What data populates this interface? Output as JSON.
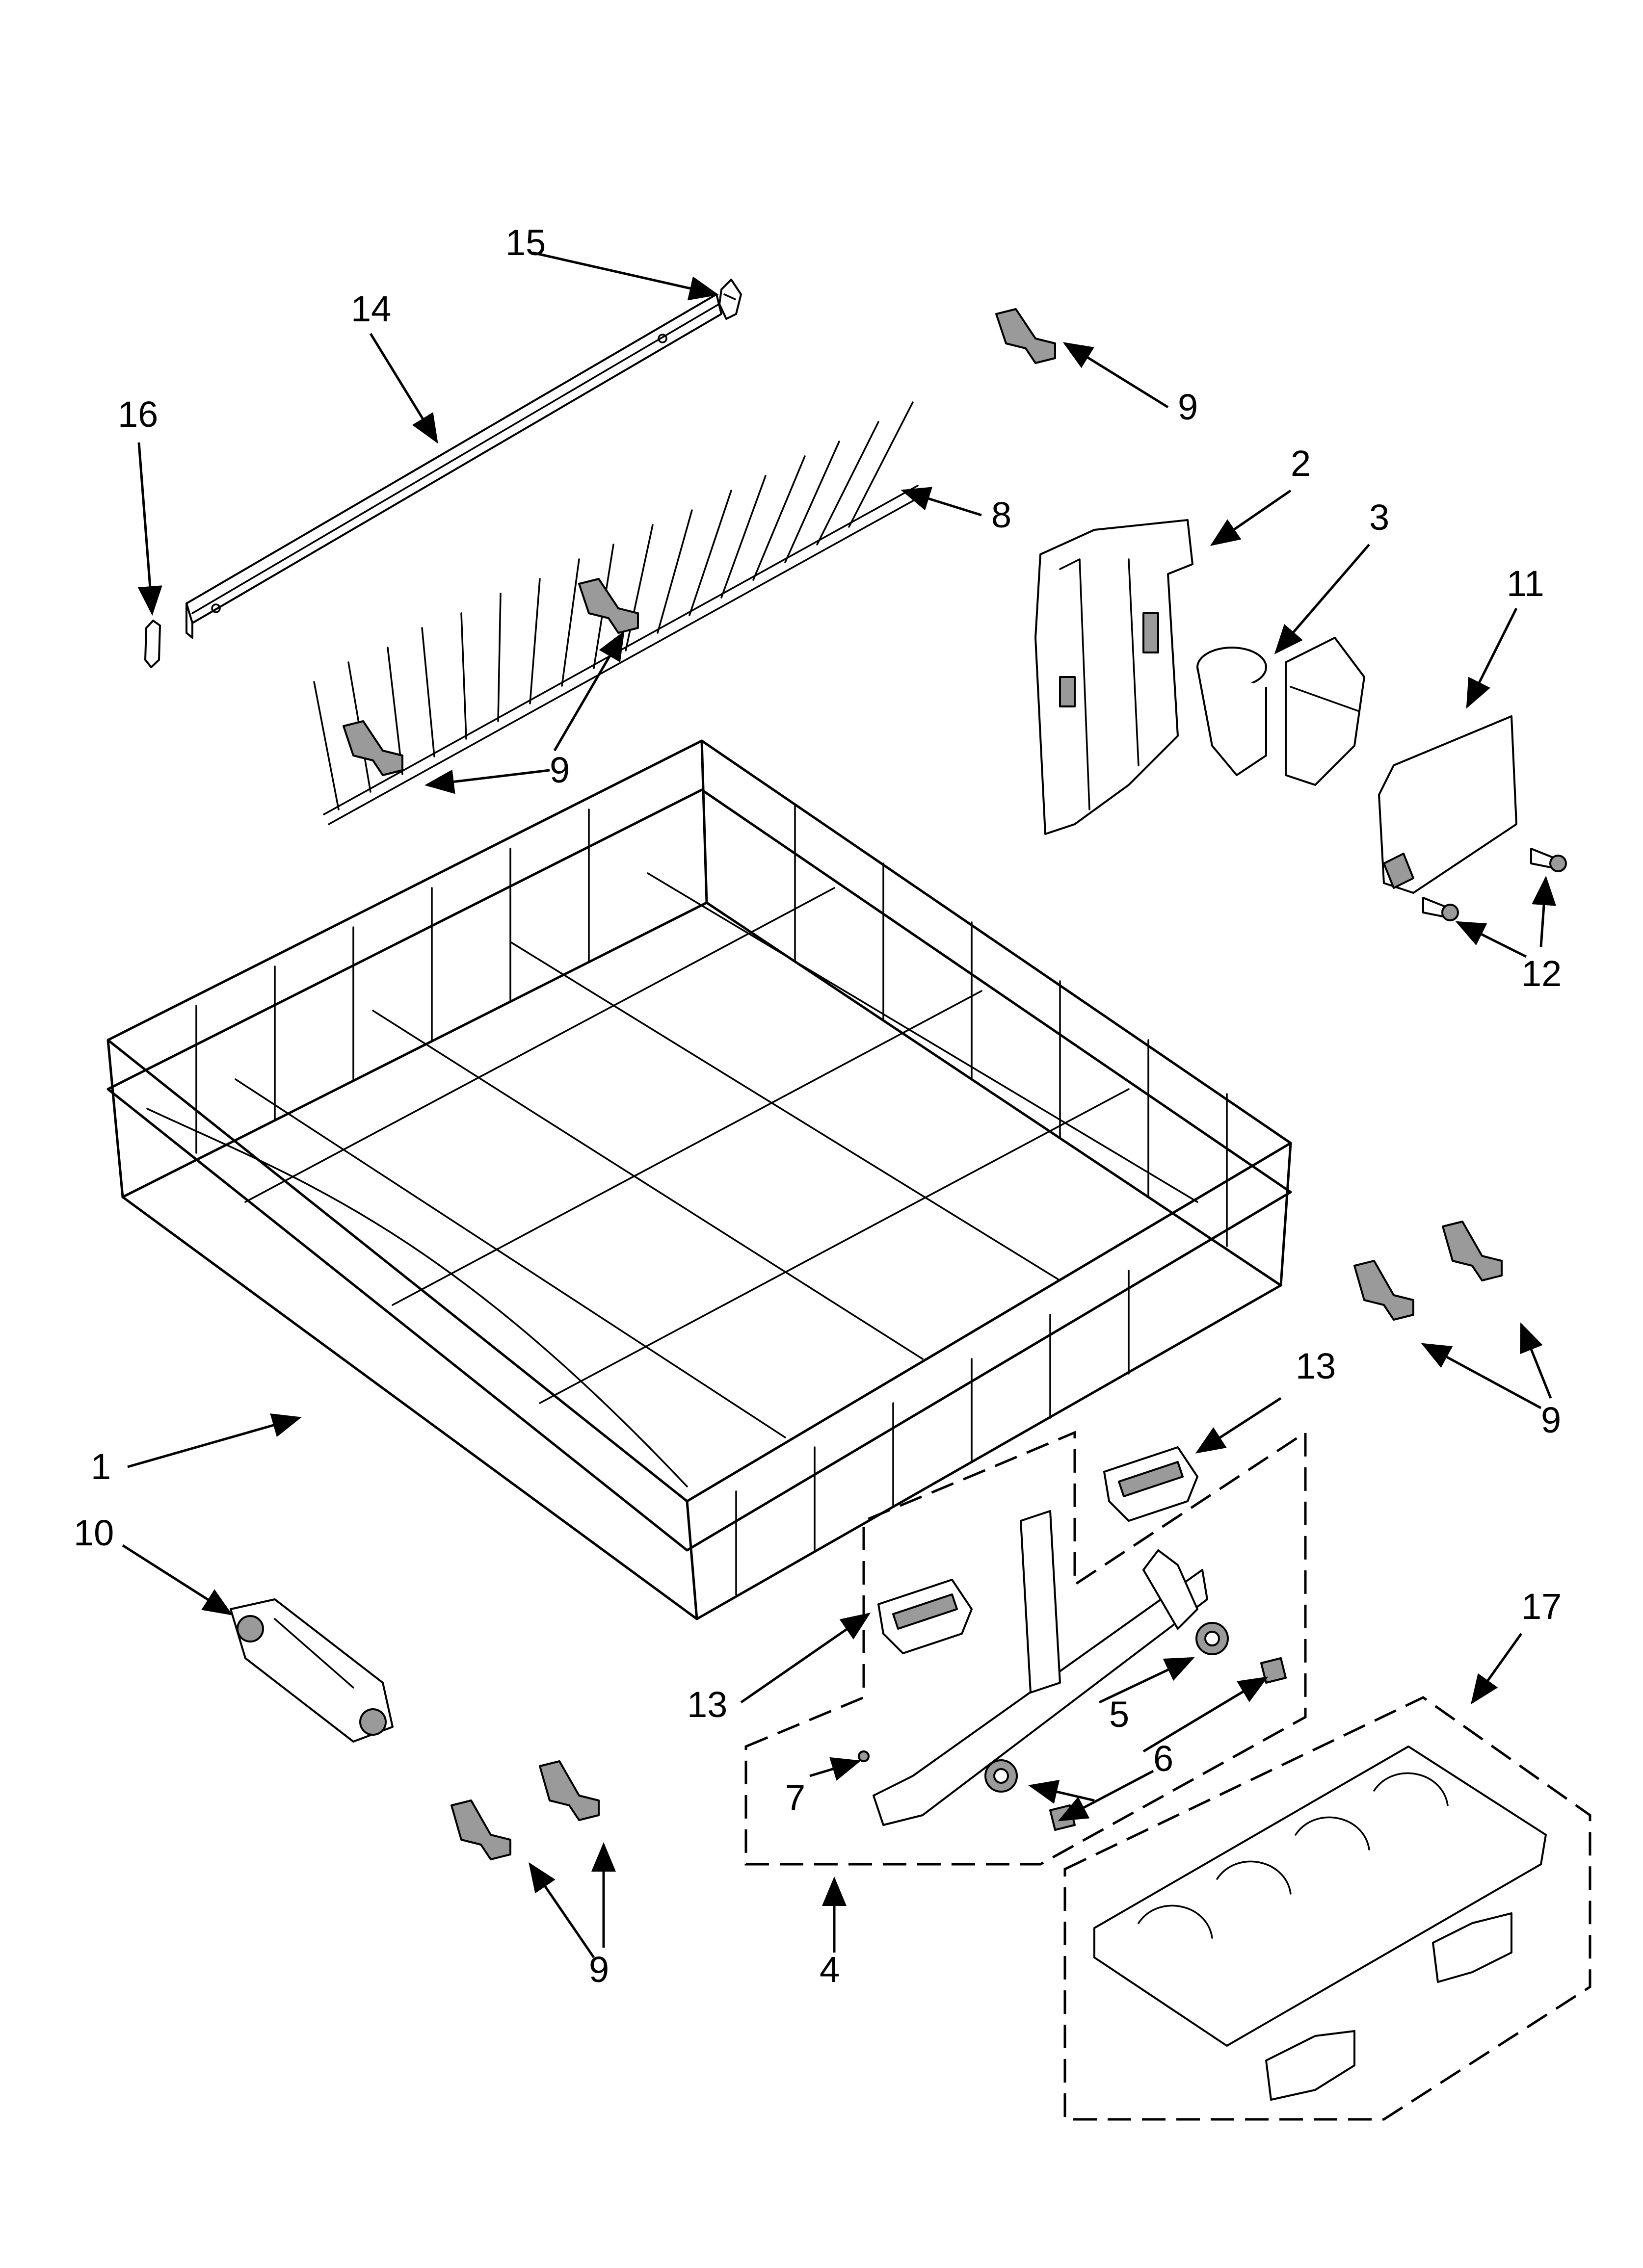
{
  "callouts": {
    "c1": "1",
    "c2": "2",
    "c3": "3",
    "c4": "4",
    "c5": "5",
    "c6": "6",
    "c7": "7",
    "c8": "8",
    "c9a": "9",
    "c9b": "9",
    "c9c": "9",
    "c9d": "9",
    "c10": "10",
    "c11": "11",
    "c12": "12",
    "c13a": "13",
    "c13b": "13",
    "c14": "14",
    "c15": "15",
    "c16": "16",
    "c17": "17"
  }
}
